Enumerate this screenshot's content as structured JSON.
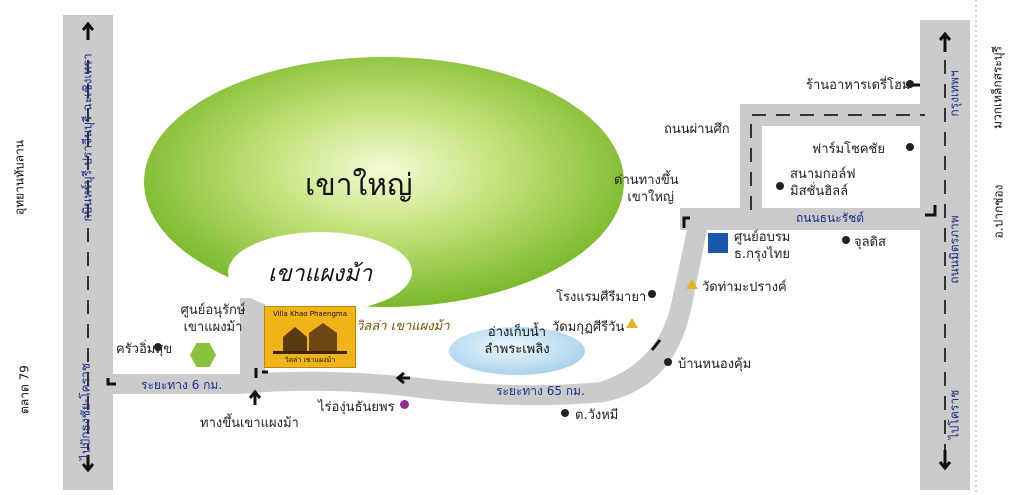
{
  "mountain": {
    "name": "เขาใหญ่"
  },
  "hill": {
    "name": "เขาแผงม้า"
  },
  "reservoir": {
    "name_line1": "อ่างเก็บน้ำ",
    "name_line2": "ลำพระเพลิง"
  },
  "villa": {
    "name": "วิลล่า เขาแผงม้า",
    "sign_top": "Villa Khao Phaengma",
    "sign_bottom": "วิลล่า เขาแผงม้า"
  },
  "roads": {
    "left_vertical_top": "กบินทร์บุรี-ปราจีนบุรี-ฉะเชิงเทรา",
    "left_vertical_bottom": "ไปปักธงชัย-โคราช",
    "right_vertical_top": "กรุงเทพฯ",
    "right_vertical_middle": "ถนนมิตรภาพ",
    "right_vertical_bottom": "ไปโคราช",
    "dhanarat": "ถนนธนะรัชต์",
    "phan_suek": "ถนนผ่านศึก",
    "distance_6": "ระยะทาง 6 กม.",
    "distance_65": "ระยะทาง 65 กม."
  },
  "side_labels": {
    "national_park": "อุทยานทับลาน",
    "market_79": "ตลาด 79",
    "mitsek": "มวกเหล็กสระบุรี",
    "pak_chong": "อ.ปากช่อง"
  },
  "places": {
    "restaurant": "ร้านอาหารเดรี่โฮม",
    "chokchai_farm": "ฟาร์มโชคชัย",
    "golf_line1": "สนามกอล์ฟ",
    "golf_line2": "มิสชั่นฮิลล์",
    "checkpoint_line1": "ด่านทางขึ้น",
    "checkpoint_line2": "เขาใหญ่",
    "bank_line1": "ศูนย์อบรม",
    "bank_line2": "ธ.กรุงไทย",
    "julladit": "จุลดิส",
    "temple_thamaprang": "วัดท่ามะปรางค์",
    "hotel": "โรงแรมศีรีมายา",
    "temple_kut": "วัดมกุฏศีรีวัน",
    "ban_nong": "บ้านหนองคุ้ม",
    "tambon": "ต.วังหมี",
    "vineyard": "ไร่องุ่นธันยพร",
    "conservation_line1": "ศูนย์อนุรักษ์",
    "conservation_line2": "เขาแผงม้า",
    "kitchen": "ครัวอิ่มสุข",
    "up_road": "ทางขึ้นเขาแผงม้า"
  },
  "colors": {
    "road": "#cbcbcb",
    "mountain_center": "#eef7c9",
    "mountain_edge": "#7dbb2c",
    "reservoir": "#b9dcef",
    "road_text": "#1b2f8a"
  }
}
